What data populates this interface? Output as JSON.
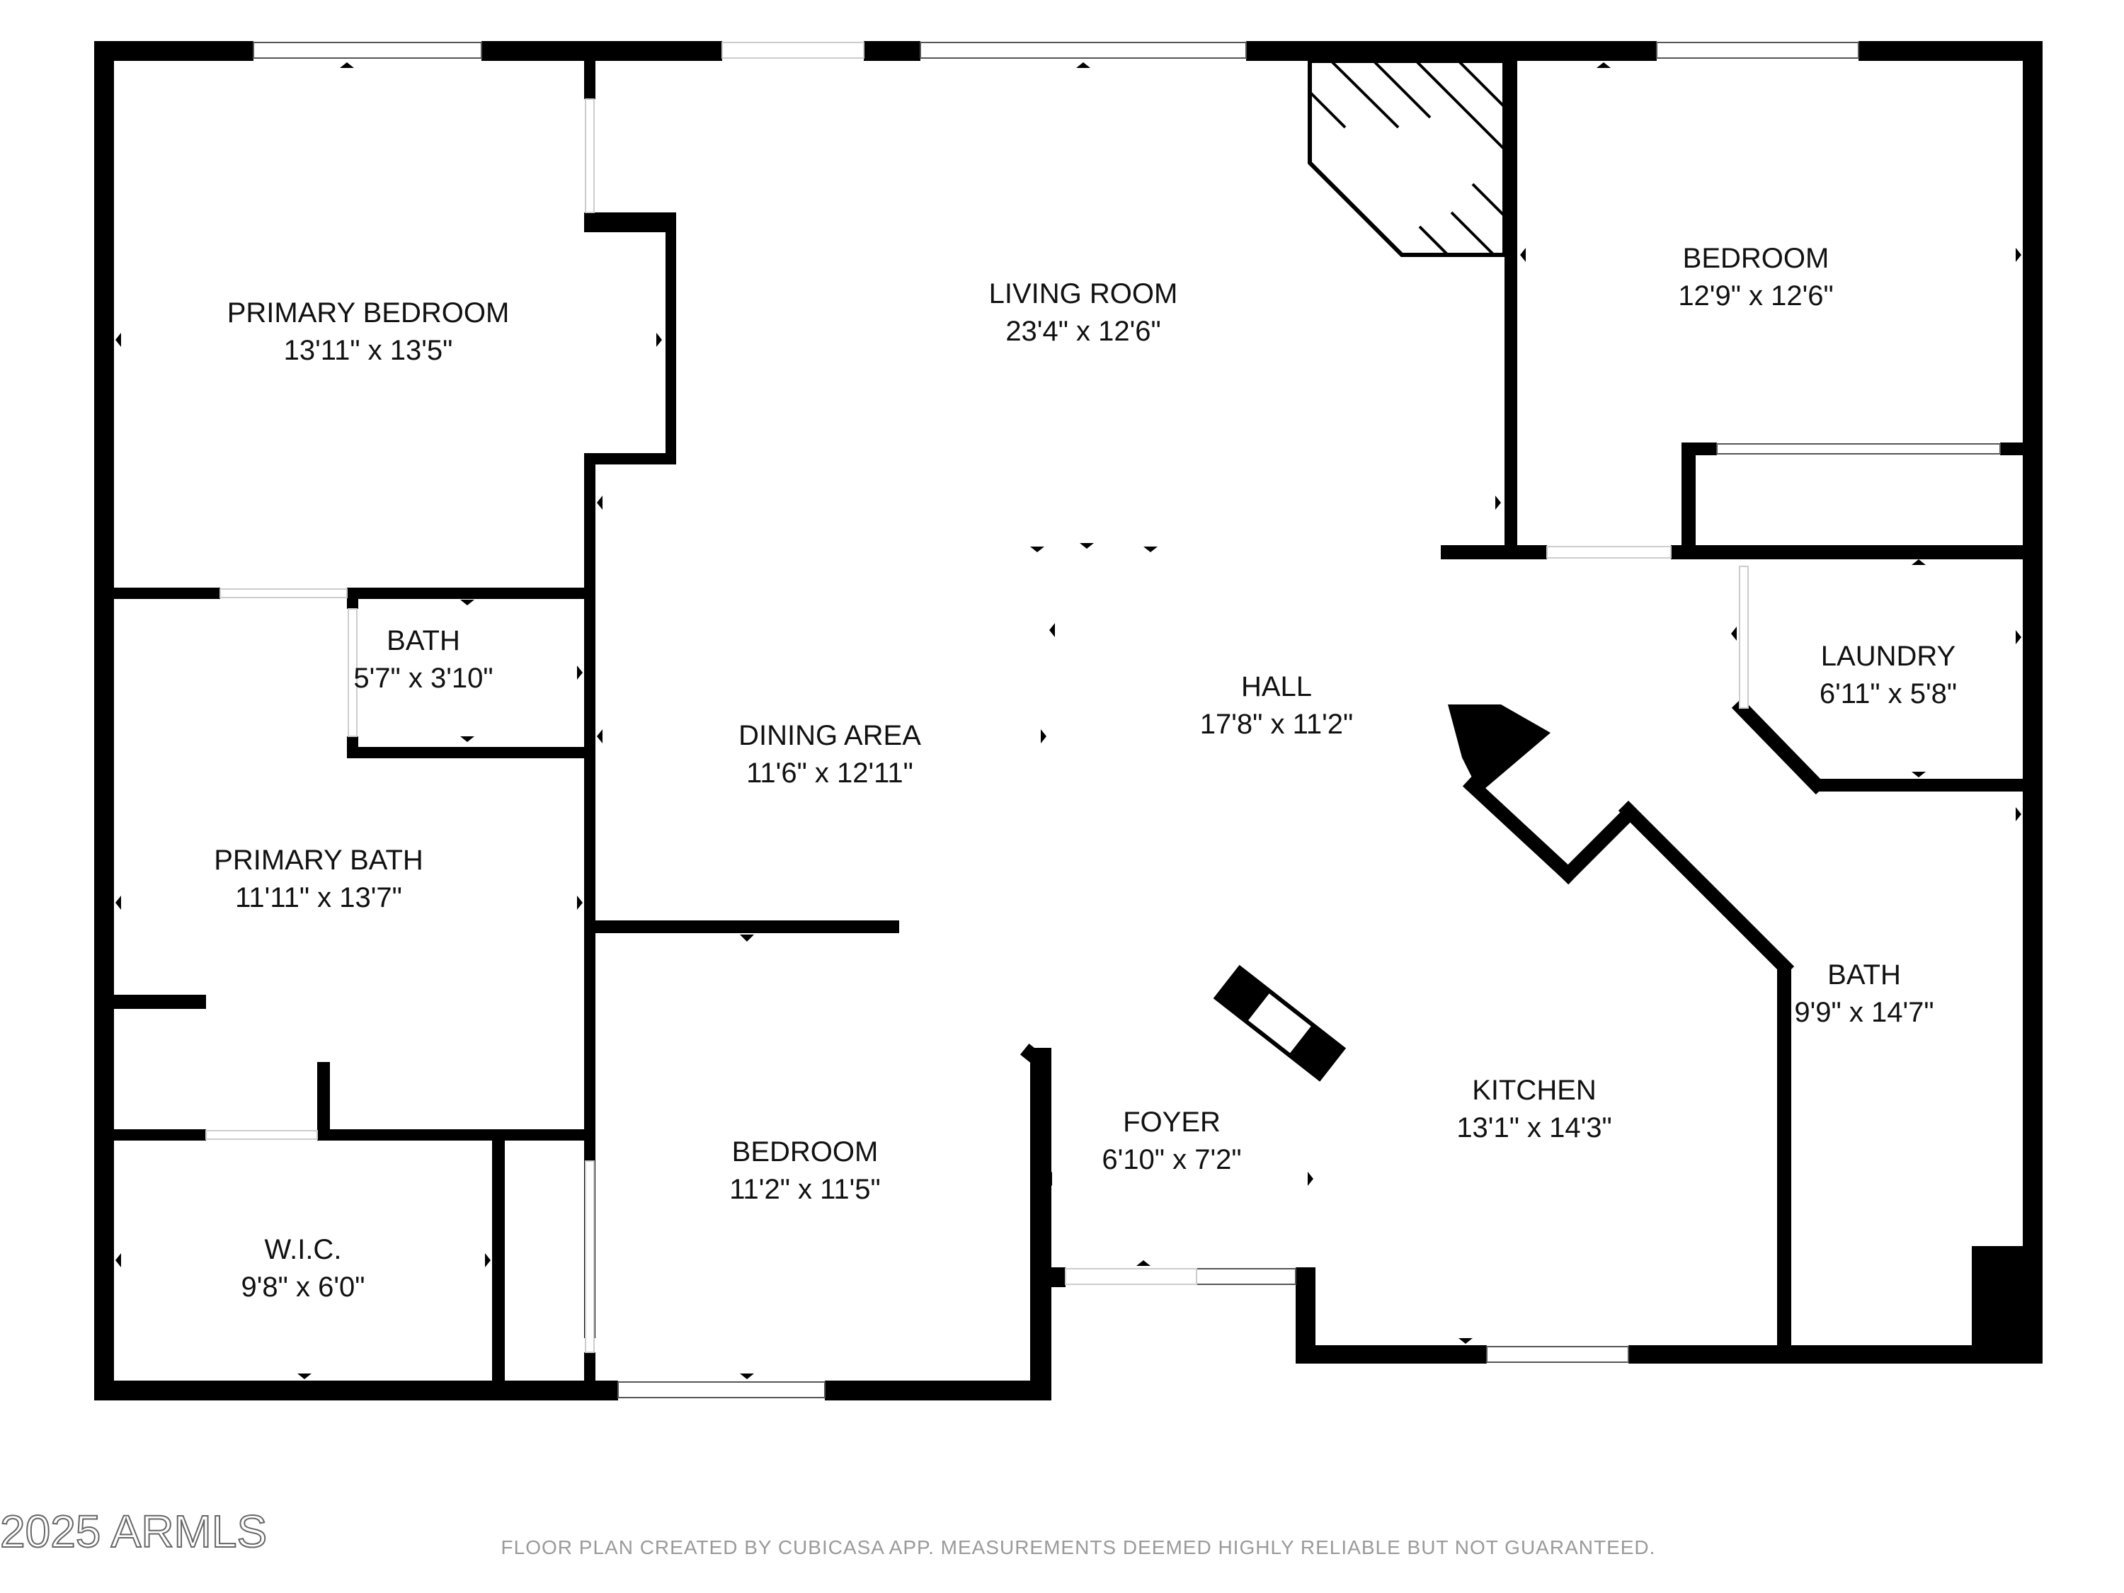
{
  "rooms": [
    {
      "id": "primary-bedroom",
      "name": "PRIMARY BEDROOM",
      "dims": "13'11\" x 13'5\""
    },
    {
      "id": "living-room",
      "name": "LIVING ROOM",
      "dims": "23'4\" x 12'6\""
    },
    {
      "id": "bedroom-ne",
      "name": "BEDROOM",
      "dims": "12'9\" x 12'6\""
    },
    {
      "id": "bath-small",
      "name": "BATH",
      "dims": "5'7\" x 3'10\""
    },
    {
      "id": "hall",
      "name": "HALL",
      "dims": "17'8\" x 11'2\""
    },
    {
      "id": "laundry",
      "name": "LAUNDRY",
      "dims": "6'11\" x 5'8\""
    },
    {
      "id": "dining-area",
      "name": "DINING AREA",
      "dims": "11'6\" x 12'11\""
    },
    {
      "id": "primary-bath",
      "name": "PRIMARY BATH",
      "dims": "11'11\" x 13'7\""
    },
    {
      "id": "bath-east",
      "name": "BATH",
      "dims": "9'9\" x 14'7\""
    },
    {
      "id": "kitchen",
      "name": "KITCHEN",
      "dims": "13'1\" x 14'3\""
    },
    {
      "id": "foyer",
      "name": "FOYER",
      "dims": "6'10\" x 7'2\""
    },
    {
      "id": "bedroom-sw",
      "name": "BEDROOM",
      "dims": "11'2\" x 11'5\""
    },
    {
      "id": "wic",
      "name": "W.I.C.",
      "dims": "9'8\" x 6'0\""
    }
  ],
  "copyright": "2025 ARMLS",
  "footer_note": "FLOOR PLAN CREATED BY CUBICASA APP. MEASUREMENTS DEEMED HIGHLY RELIABLE BUT NOT GUARANTEED."
}
